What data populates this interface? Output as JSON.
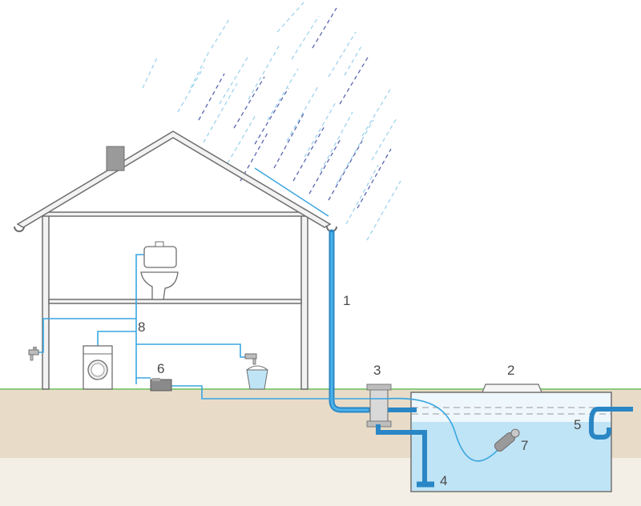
{
  "labels": {
    "downpipe": "1",
    "tank_cover": "2",
    "filter": "3",
    "calmed_inlet": "4",
    "overflow": "5",
    "pump": "6",
    "floating_suction": "7",
    "distribution": "8"
  },
  "colors": {
    "water_pipe": "#3aa6e0",
    "pipe_dark": "#2a86c4",
    "tank_water": "#bfe4f6",
    "tank_air": "#eef7fb",
    "ground": "#e8dcc9",
    "house_outline": "#6e6e6e",
    "grass_line": "#6cbf5a",
    "rain_light": "#9fd3ee",
    "rain_dark": "#5a66b0"
  }
}
